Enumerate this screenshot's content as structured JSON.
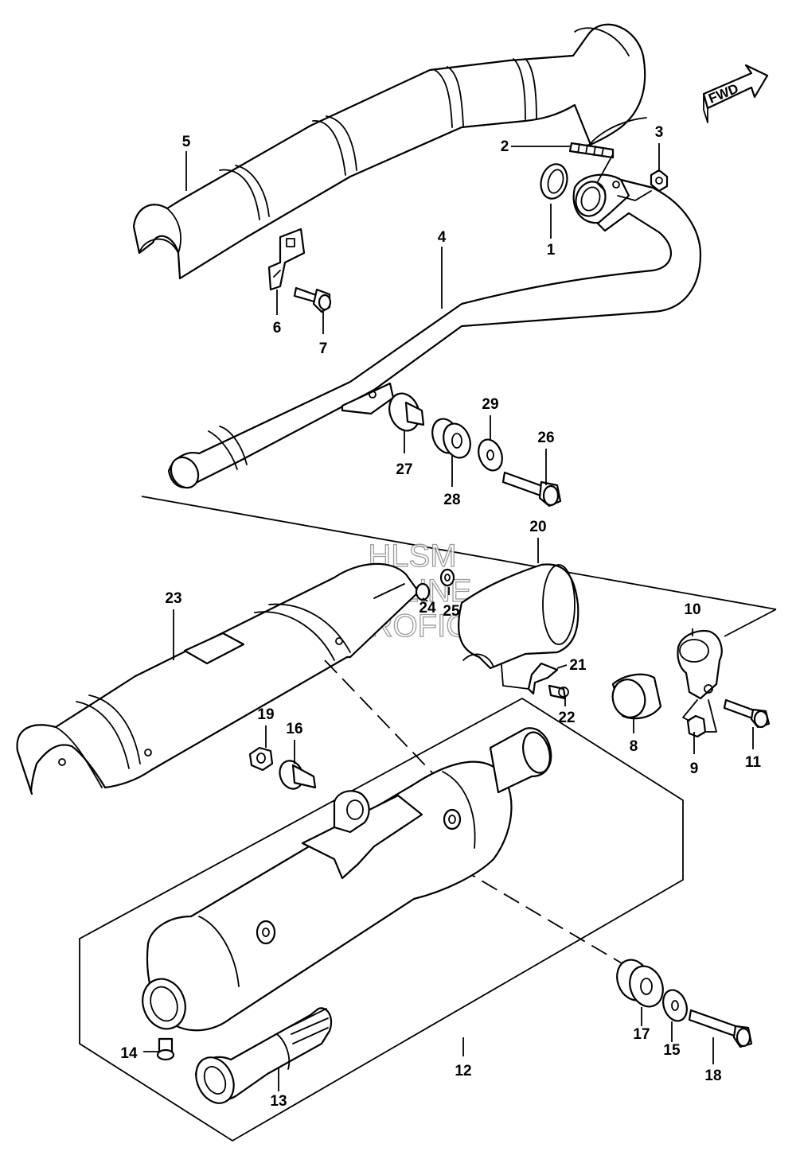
{
  "diagram": {
    "fwd_label": "FWD",
    "watermark": [
      "HLSM",
      "ONLINE",
      "MICROFICHE"
    ],
    "callouts": [
      {
        "id": "1",
        "label": "1"
      },
      {
        "id": "2",
        "label": "2"
      },
      {
        "id": "3",
        "label": "3"
      },
      {
        "id": "4",
        "label": "4"
      },
      {
        "id": "5",
        "label": "5"
      },
      {
        "id": "6",
        "label": "6"
      },
      {
        "id": "7",
        "label": "7"
      },
      {
        "id": "8",
        "label": "8"
      },
      {
        "id": "9",
        "label": "9"
      },
      {
        "id": "10",
        "label": "10"
      },
      {
        "id": "11",
        "label": "11"
      },
      {
        "id": "12",
        "label": "12"
      },
      {
        "id": "13",
        "label": "13"
      },
      {
        "id": "14",
        "label": "14"
      },
      {
        "id": "15",
        "label": "15"
      },
      {
        "id": "16",
        "label": "16"
      },
      {
        "id": "17",
        "label": "17"
      },
      {
        "id": "18",
        "label": "18"
      },
      {
        "id": "19",
        "label": "19"
      },
      {
        "id": "20",
        "label": "20"
      },
      {
        "id": "21",
        "label": "21"
      },
      {
        "id": "22",
        "label": "22"
      },
      {
        "id": "23",
        "label": "23"
      },
      {
        "id": "24",
        "label": "24"
      },
      {
        "id": "25",
        "label": "25"
      },
      {
        "id": "26",
        "label": "26"
      },
      {
        "id": "27",
        "label": "27"
      },
      {
        "id": "28",
        "label": "28"
      },
      {
        "id": "29",
        "label": "29"
      }
    ]
  }
}
